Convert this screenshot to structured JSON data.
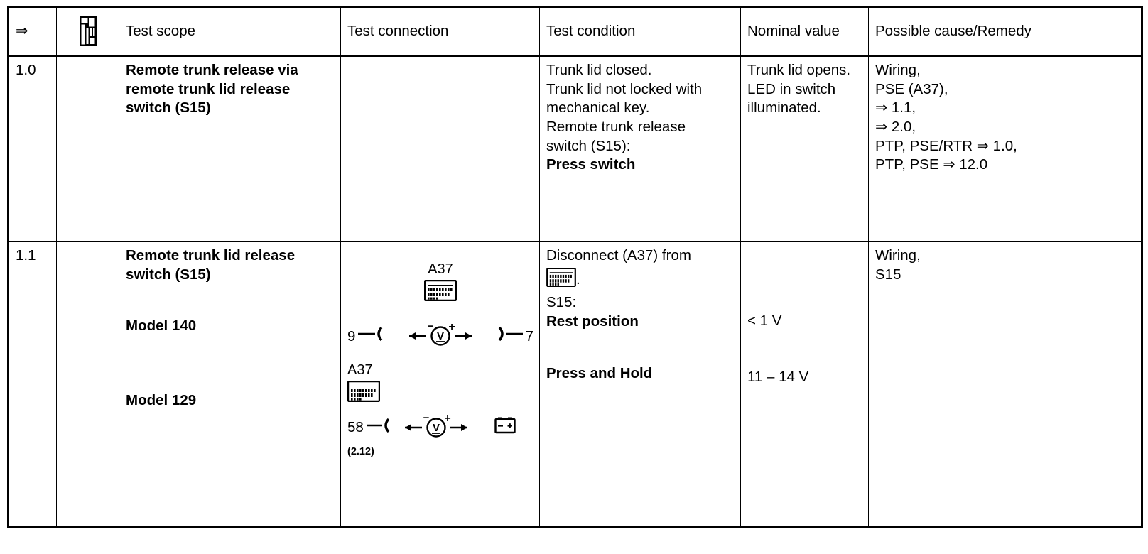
{
  "table": {
    "columns": [
      {
        "key": "ref",
        "label": "",
        "icon": "double-arrow-icon",
        "glyph": "⇒"
      },
      {
        "key": "tool",
        "label": "",
        "icon": "hand-held-tester-icon"
      },
      {
        "key": "scope",
        "label": "Test scope"
      },
      {
        "key": "connection",
        "label": "Test connection"
      },
      {
        "key": "condition",
        "label": "Test condition"
      },
      {
        "key": "nominal",
        "label": "Nominal value"
      },
      {
        "key": "cause",
        "label": "Possible cause/Remedy"
      }
    ],
    "rows": [
      {
        "ref": "1.0",
        "scope_bold": "Remote trunk release via\nremote trunk lid release\nswitch (S15)",
        "condition_plain": "Trunk lid closed.\nTrunk lid not locked with\nmechanical key.\nRemote trunk release\nswitch (S15):",
        "condition_bold": "Press switch",
        "nominal": "Trunk lid opens.\nLED in switch\nilluminated.",
        "cause": "Wiring,\nPSE (A37),\n⇒ 1.1,\n⇒ 2.0,\nPTP, PSE/RTR ⇒ 1.0,\nPTP, PSE ⇒ 12.0"
      },
      {
        "ref": "1.1",
        "scope_bold": "Remote trunk lid release\nswitch (S15)",
        "scope_model_1": "Model 140",
        "scope_model_2": "Model 129",
        "connection": {
          "model140": {
            "connector_label": "A37",
            "connector_icon": "connector-socket-icon",
            "left_pin": "9",
            "right_pin": "7",
            "meter": "voltmeter-icon",
            "meter_symbol": "V",
            "minus": "−",
            "plus": "+"
          },
          "model129": {
            "connector_label": "A37",
            "connector_icon": "connector-socket-icon",
            "left_pin": "58",
            "meter": "voltmeter-icon",
            "meter_symbol": "V",
            "minus": "−",
            "plus": "+",
            "battery_icon": "battery-icon",
            "note": "(2.12)"
          }
        },
        "condition_intro": "Disconnect (A37) from",
        "condition_icon": "connector-socket-icon",
        "condition_period": ".",
        "condition_sub": "S15:",
        "condition_bold_1": "Rest position",
        "condition_bold_2": "Press and Hold",
        "nominal_1": "< 1 V",
        "nominal_2": "11 – 14 V",
        "cause": "Wiring,\nS15"
      }
    ]
  },
  "colors": {
    "ink": "#000000",
    "paper": "#ffffff"
  }
}
